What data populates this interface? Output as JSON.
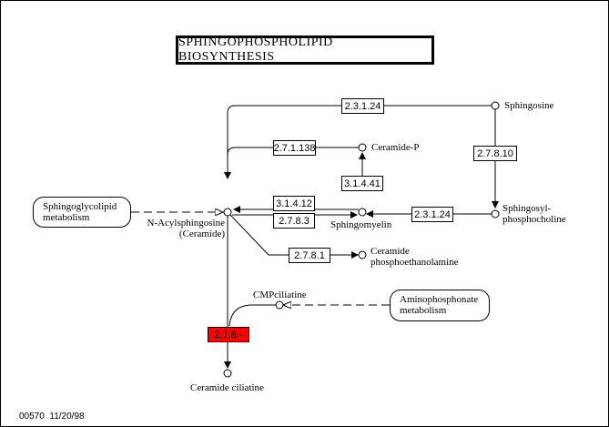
{
  "title": "SPHINGOPHOSPHOLIPID BIOSYNTHESIS",
  "footer": {
    "map_id": "00570",
    "date": "11/20/98"
  },
  "compounds": {
    "sphingosine": "Sphingosine",
    "ceramide_p": "Ceramide-P",
    "n_acylsphingosine_line1": "N-Acylsphingosine",
    "n_acylsphingosine_line2": "(Ceramide)",
    "sphingomyelin": "Sphingomyelin",
    "sphingosylphosphocholine_line1": "Sphingosyl-",
    "sphingosylphosphocholine_line2": "phosphocholine",
    "ceramide_pe_line1": "Ceramide",
    "ceramide_pe_line2": "phosphoethanolamine",
    "cmp_ciliatine": "CMPciliatine",
    "ceramide_ciliatine": "Ceramide ciliatine"
  },
  "enzymes": {
    "e_2_3_1_24_top": "2.3.1.24",
    "e_2_7_1_138": "2.7.1.138",
    "e_2_7_8_10": "2.7.8.10",
    "e_3_1_4_41": "3.1.4.41",
    "e_3_1_4_12": "3.1.4.12",
    "e_2_7_8_3": "2.7.8.3",
    "e_2_3_1_24_mid": "2.3.1.24",
    "e_2_7_8_1": "2.7.8.1",
    "e_2_7_8_dash": "2.7.8.-"
  },
  "maps": {
    "sphingoglycolipid_line1": "Sphingoglycolipid",
    "sphingoglycolipid_line2": "metabolism",
    "aminophosphonate_line1": "Aminophosphonate",
    "aminophosphonate_line2": "metabolism"
  },
  "colors": {
    "highlight_enzyme": "#ff0000",
    "line": "#000000"
  }
}
